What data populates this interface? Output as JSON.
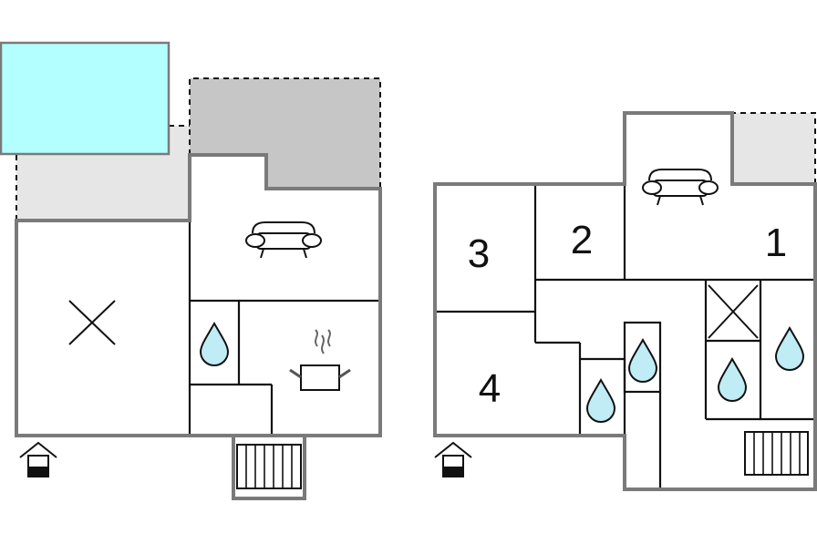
{
  "floor_plans": [
    {
      "rooms": [],
      "symbols": [
        "pool-symbol",
        "terrace-symbol",
        "balcony-symbol",
        "bed-x-icon",
        "sofa-icon",
        "water-drop-icon",
        "cooking-pot-icon",
        "stairs-icon",
        "entrance-icon"
      ]
    },
    {
      "rooms": [
        {
          "number": "1"
        },
        {
          "number": "2"
        },
        {
          "number": "3"
        },
        {
          "number": "4"
        }
      ],
      "symbols": [
        "balcony-symbol",
        "sofa-icon",
        "bed-x-icon",
        "water-drop-icon",
        "stairs-icon",
        "entrance-icon"
      ]
    }
  ],
  "colors": {
    "pool": "#b3ffff",
    "terrace": "#e6e6e6",
    "balcony": "#c6c6c6",
    "wall": "#7a7a7a",
    "lines": "#111111",
    "water_drop": "#bfecf5"
  }
}
